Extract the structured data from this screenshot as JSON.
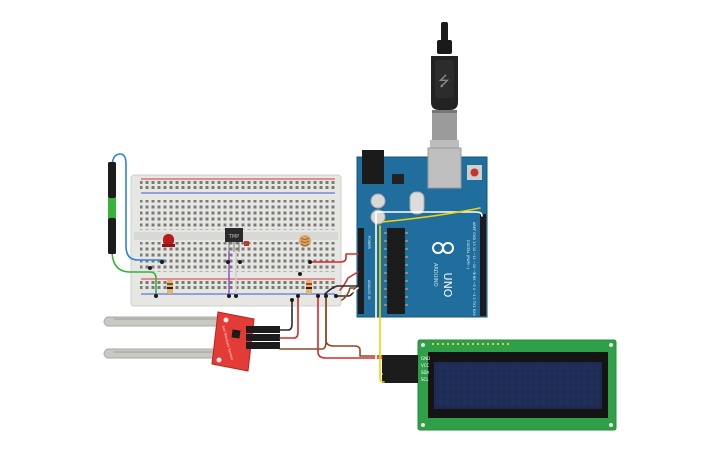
{
  "labels": {
    "arduino_brand": "UNO",
    "arduino_header_top": "AREF GND 13 12 ~11 ~10 ~9 8",
    "arduino_header_bottom": "7 ~6 ~5 4 ~3 2 TX1 RX0",
    "digital_label": "DIGITAL (PWM~)",
    "power_label": "POWER",
    "analog_label": "ANALOG IN",
    "arduino_logo_text": "ARDUINO",
    "sensor_board_text": "Soil Moisture Sensor",
    "lcd_pin_gnd": "GND",
    "lcd_pin_vcc": "VCC",
    "lcd_pin_sda": "SDA",
    "lcd_pin_scl": "SCL",
    "tmp_label": "TMP"
  },
  "colors": {
    "breadboard": "#e6e6e3",
    "arduino": "#1f6e9e",
    "lcd_pcb": "#2fa048",
    "lcd_screen": "#1c2a52",
    "sensor_pcb": "#e33c36",
    "wire_red": "#d42b2b",
    "wire_black": "#2b2b2b",
    "wire_brown": "#8b4a23",
    "wire_green": "#36b43a",
    "wire_blue": "#2e82d8",
    "wire_yellow": "#f0d400",
    "wire_purple": "#9b59d0",
    "wire_white": "#ffffff"
  }
}
